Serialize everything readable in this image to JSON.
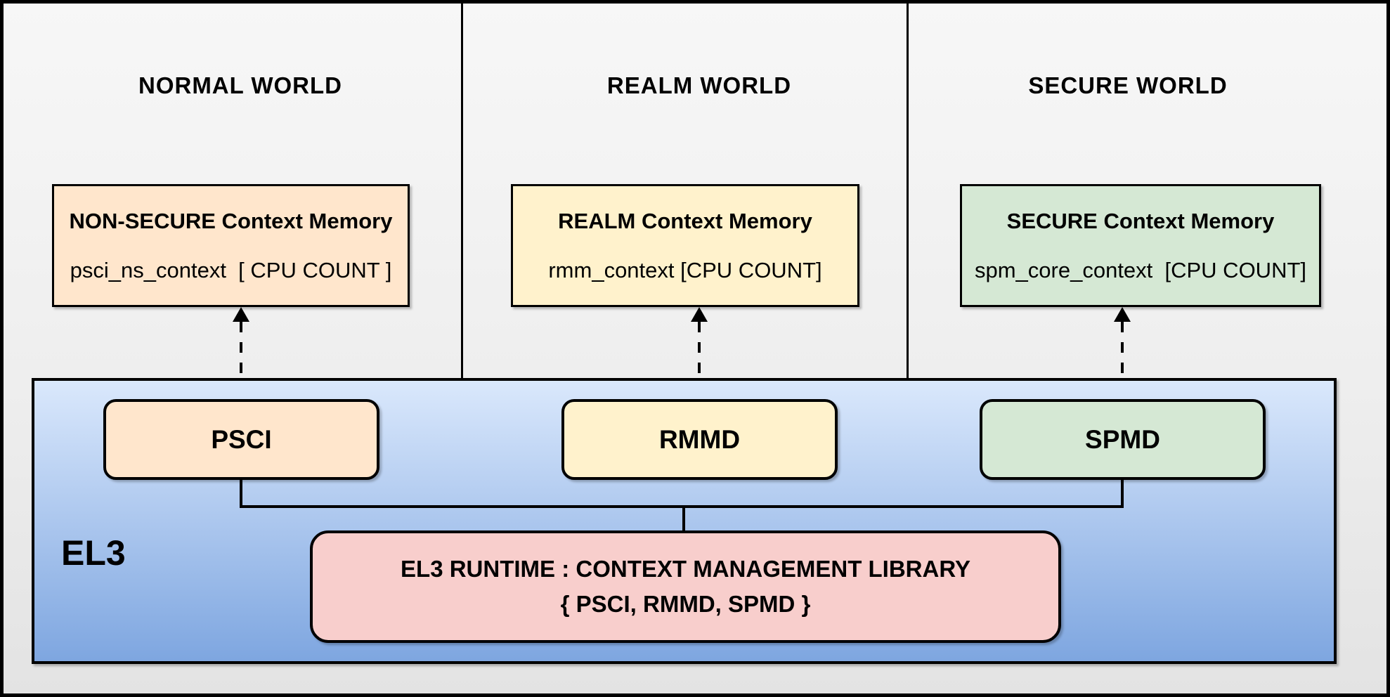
{
  "worlds": [
    {
      "title": "NORMAL WORLD",
      "memory_box": {
        "title": "NON-SECURE Context Memory",
        "variable": "psci_ns_context  [ CPU COUNT ]"
      },
      "module": "PSCI"
    },
    {
      "title": "REALM WORLD",
      "memory_box": {
        "title": "REALM Context Memory",
        "variable": "rmm_context [CPU COUNT]"
      },
      "module": "RMMD"
    },
    {
      "title": "SECURE WORLD",
      "memory_box": {
        "title": "SECURE Context Memory",
        "variable": "spm_core_context  [CPU COUNT]"
      },
      "module": "SPMD"
    }
  ],
  "el3": {
    "label": "EL3",
    "runtime_box": {
      "line1": "EL3 RUNTIME : CONTEXT MANAGEMENT LIBRARY",
      "line2": "{ PSCI, RMMD, SPMD }"
    }
  },
  "colors": {
    "normal_world_accent": "#ffe6cc",
    "realm_world_accent": "#fff2cc",
    "secure_world_accent": "#d5e8d4",
    "runtime_library_accent": "#f8cecc",
    "el3_gradient_top": "#dae8fc",
    "el3_gradient_bottom": "#7ea6e0",
    "background_top": "#f7f7f7",
    "background_bottom": "#e3e3e3",
    "line_color": "#000000"
  }
}
